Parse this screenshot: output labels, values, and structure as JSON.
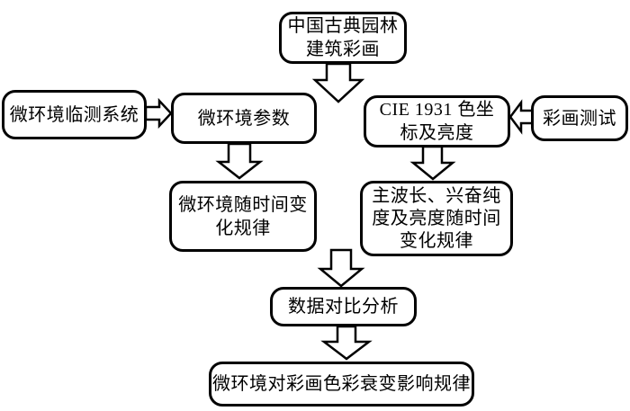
{
  "colors": {
    "background": "#ffffff",
    "line": "#000000",
    "node_fill": "#ffffff",
    "text": "#000000"
  },
  "nodes": {
    "source": {
      "text": "中国古典园林\n建筑彩画"
    },
    "monitor": {
      "text": "微环境临测系统"
    },
    "param": {
      "text": "微环境参数"
    },
    "cie": {
      "text": "CIE 1931 色坐\n标及亮度"
    },
    "test": {
      "text": "彩画测试"
    },
    "envlaw": {
      "text": "微环境随时间变\n化规律"
    },
    "colorlaw": {
      "text": "主波长、兴奋纯\n度及亮度随时间\n变化规律"
    },
    "analysis": {
      "text": "数据对比分析"
    },
    "conclusion": {
      "text": "微环境对彩画色彩衰变影响规律"
    }
  },
  "connections": [
    {
      "from": "source",
      "to": "param+cie",
      "direction": "down"
    },
    {
      "from": "monitor",
      "to": "param",
      "direction": "right"
    },
    {
      "from": "test",
      "to": "cie",
      "direction": "left"
    },
    {
      "from": "param",
      "to": "envlaw",
      "direction": "down"
    },
    {
      "from": "cie",
      "to": "colorlaw",
      "direction": "down"
    },
    {
      "from": "envlaw+colorlaw",
      "to": "analysis",
      "direction": "down"
    },
    {
      "from": "analysis",
      "to": "conclusion",
      "direction": "down"
    }
  ]
}
